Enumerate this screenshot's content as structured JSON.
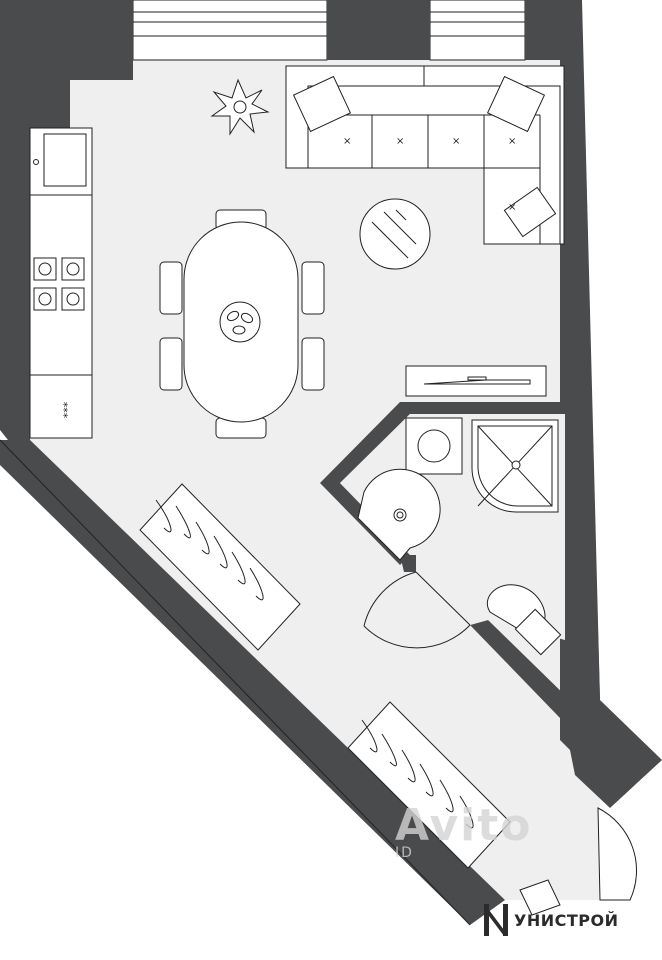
{
  "brand": {
    "name": "УНИСТРОЙ",
    "icon": "unistroy-logo-icon",
    "color": "#2b2b2b"
  },
  "watermark": {
    "text": "Avito",
    "subtext": "ID"
  },
  "colors": {
    "wall": "#4a4b4d",
    "floor": "#efefef",
    "line": "#222222",
    "background": "#ffffff"
  },
  "stove": {
    "marker": "***"
  },
  "rooms": [
    "kitchen-living-room",
    "bathroom",
    "balcony"
  ]
}
